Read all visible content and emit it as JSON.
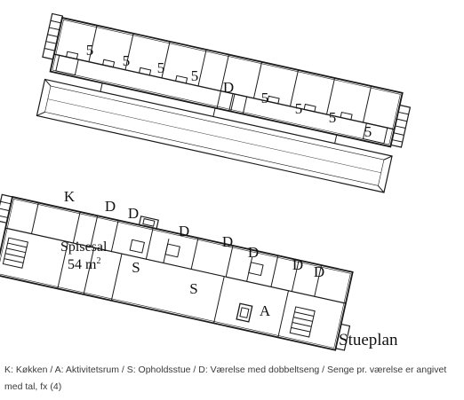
{
  "plan": {
    "title": "Stueplan",
    "top_wing_labels": [
      "5",
      "5",
      "5",
      "5",
      "D",
      "5",
      "5",
      "5",
      "5"
    ],
    "bottom_wing": {
      "kitchen": "K",
      "room_d1": "D",
      "room_d2": "D",
      "room_d3": "D",
      "room_d4": "D",
      "room_d5": "D",
      "room_d6": "D",
      "room_d7": "D",
      "dining_line1": "Spisesal",
      "dining_line2": "54 m",
      "dining_sup": "2",
      "lounge_s1": "S",
      "lounge_s2": "S",
      "activity": "A"
    }
  },
  "caption": "K: Køkken / A: Aktivitetsrum / S: Opholdsstue / D: Værelse med dobbeltseng / Senge pr. værelse er angivet med tal, fx (4)"
}
